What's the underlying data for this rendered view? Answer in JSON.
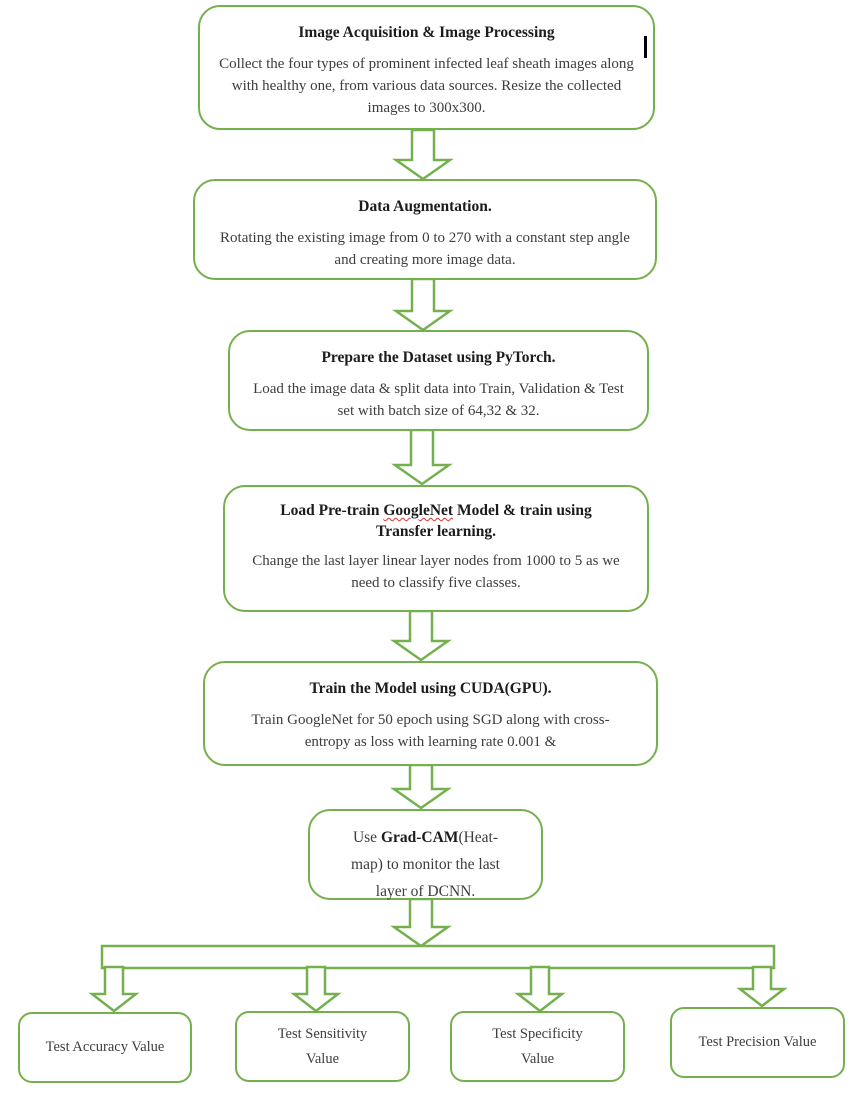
{
  "colors": {
    "accent_green": "#74b04d",
    "spellcheck_squiggle": "#dd2f2f",
    "title_text": "#1c1c1c",
    "body_text": "#3d3d3d"
  },
  "steps": [
    {
      "title": "Image Acquisition & Image Processing",
      "body": "Collect the four types of prominent infected leaf sheath images along with healthy one, from various data sources. Resize the collected images to 300x300."
    },
    {
      "title": "Data Augmentation.",
      "body": "Rotating the existing image from 0 to 270 with a constant step angle and creating more image data."
    },
    {
      "title": "Prepare the Dataset using PyTorch.",
      "body": "Load the image data & split data into Train, Validation & Test set with batch size of 64,32 & 32."
    },
    {
      "title_before": "Load Pre-train ",
      "title_misspelled_word": "GoogleNet",
      "title_after": " Model & train using Transfer learning.",
      "body": "Change the last layer linear layer nodes from 1000 to 5 as we need to classify five classes."
    },
    {
      "title": "Train the Model using CUDA(GPU).",
      "body": "Train GoogleNet for 50 epoch using SGD along with cross-entropy as loss with learning rate 0.001 &"
    },
    {
      "text_before": "Use ",
      "text_bold": "Grad-CAM",
      "text_after": "(Heat-map) to monitor the last layer of DCNN."
    }
  ],
  "outputs": [
    "Test Accuracy Value",
    "Test Sensitivity Value",
    "Test Specificity Value",
    "Test Precision Value"
  ]
}
